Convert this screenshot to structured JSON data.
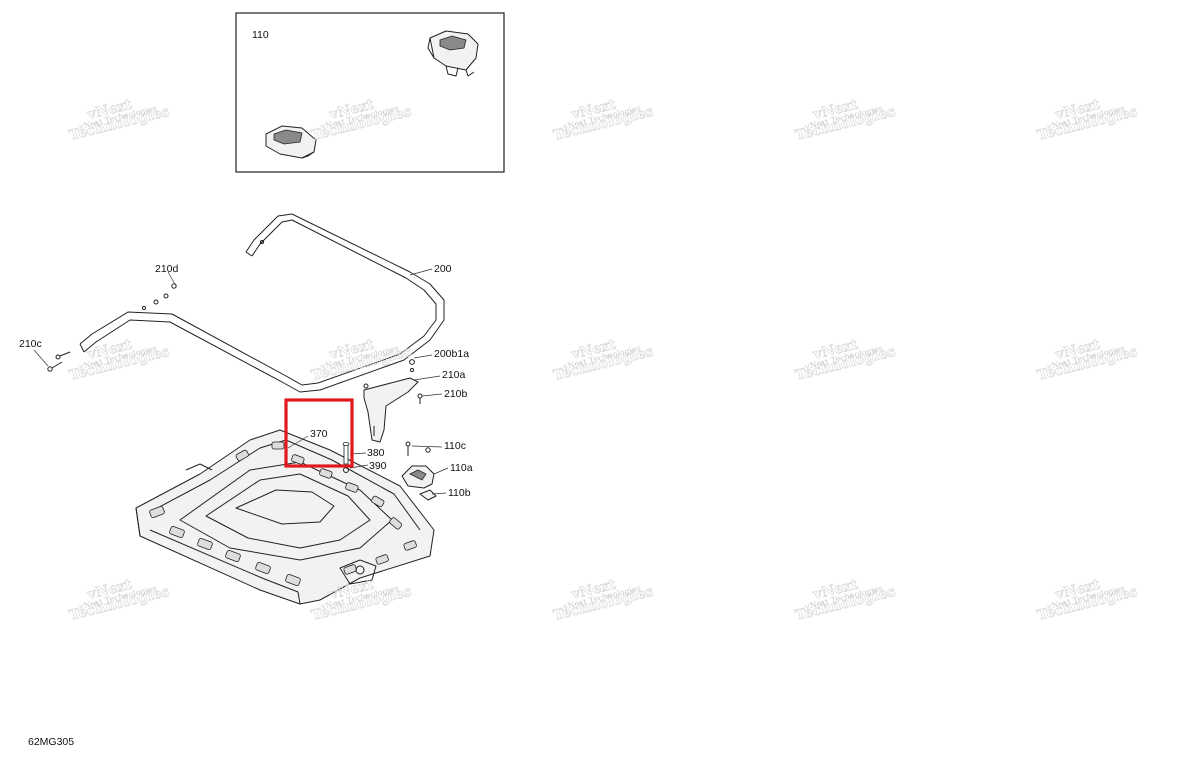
{
  "diagram": {
    "drawing_code": "62MG305",
    "inset_label": "110",
    "callouts": {
      "c200": "200",
      "c200b1a": "200b1a",
      "c210a": "210a",
      "c210b": "210b",
      "c210c": "210c",
      "c210d": "210d",
      "c110a": "110a",
      "c110b": "110b",
      "c110c": "110c",
      "c370": "370",
      "c380": "380",
      "c390": "390"
    },
    "highlight": {
      "callout": "370",
      "color": "#e0191e"
    },
    "watermark": {
      "line1": "vNext",
      "line2": "Technologies",
      "small": "vNext Technologies",
      "color": "#d6d6d6"
    }
  }
}
